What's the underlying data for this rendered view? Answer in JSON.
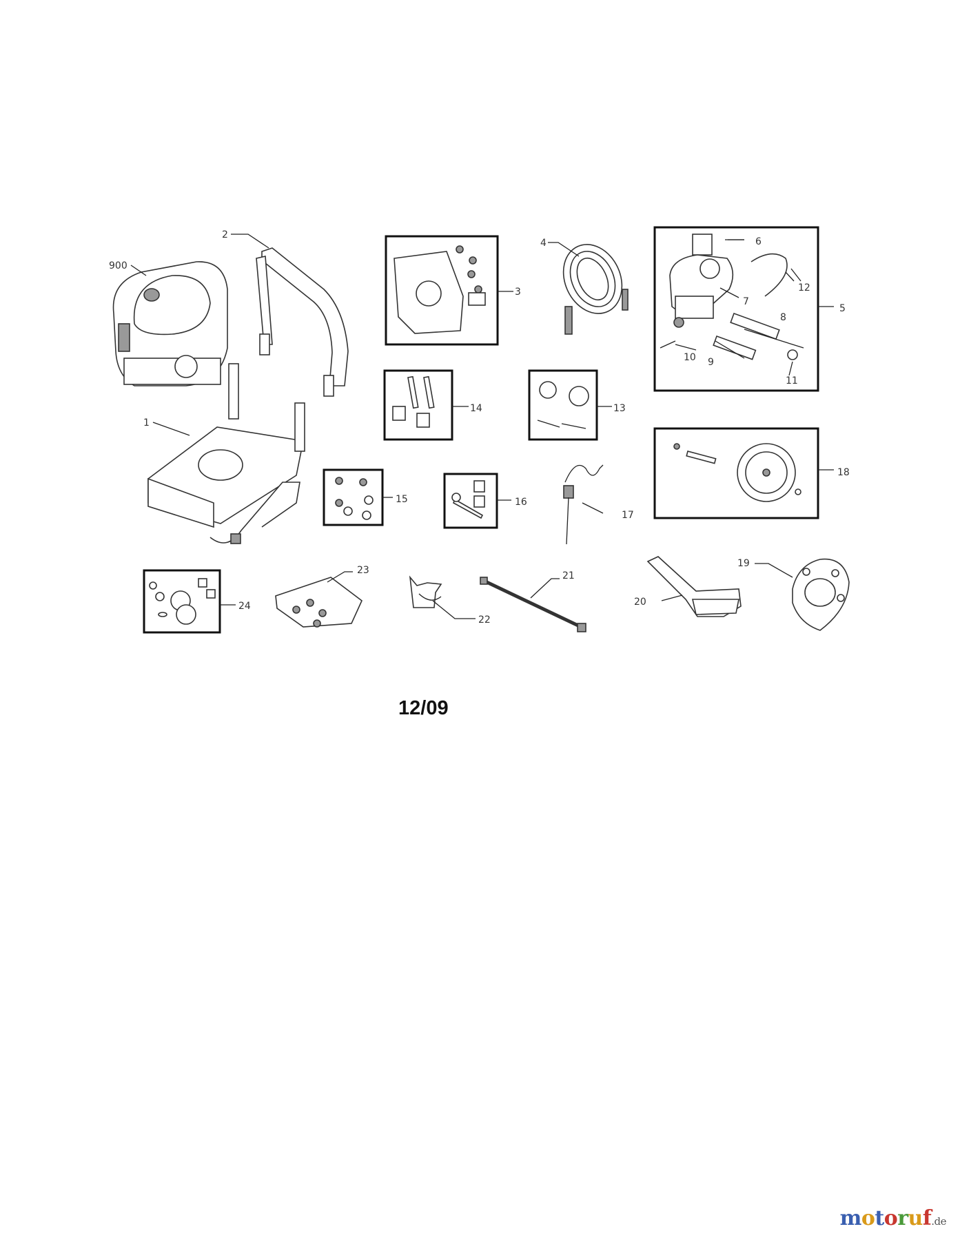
{
  "callouts": [
    "900",
    "2",
    "3",
    "4",
    "6",
    "12",
    "5",
    "7",
    "8",
    "10",
    "9",
    "11",
    "1",
    "14",
    "13",
    "18",
    "15",
    "16",
    "17",
    "24",
    "23",
    "22",
    "21",
    "20",
    "19"
  ],
  "date_code": "12/09",
  "watermark": {
    "letters": [
      "m",
      "o",
      "t",
      "o",
      "r",
      "u",
      "f"
    ],
    "letter_colors": [
      "#3a5fb0",
      "#d99a1a",
      "#3a5fb0",
      "#c8372f",
      "#4a9a3a",
      "#d99a1a",
      "#c8372f"
    ],
    "suffix": ".de"
  }
}
